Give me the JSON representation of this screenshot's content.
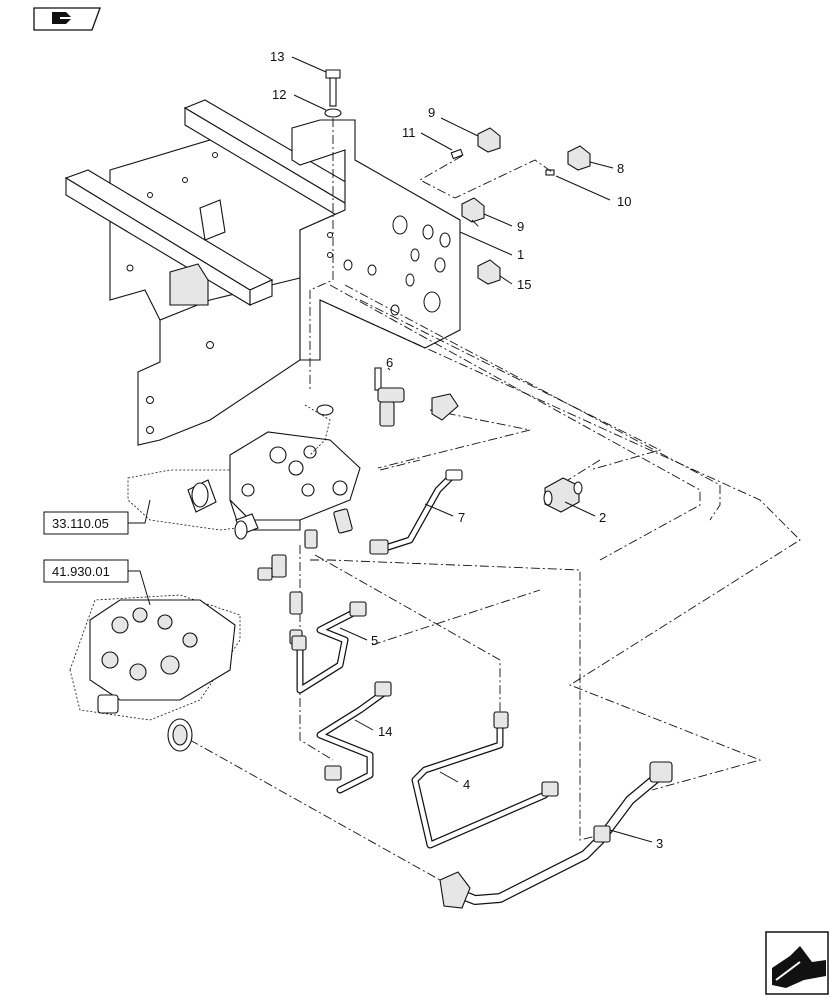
{
  "callouts": {
    "c1": "1",
    "c2": "2",
    "c3": "3",
    "c4": "4",
    "c5": "5",
    "c6": "6",
    "c7": "7",
    "c8": "8",
    "c9a": "9",
    "c9b": "9",
    "c10": "10",
    "c11": "11",
    "c12": "12",
    "c13": "13",
    "c14": "14",
    "c15": "15"
  },
  "references": {
    "ref_a": "33.110.05",
    "ref_b": "41.930.01"
  },
  "icons": {
    "top_left": "book-arrow-icon",
    "bottom_right": "next-page-arrow-icon"
  }
}
